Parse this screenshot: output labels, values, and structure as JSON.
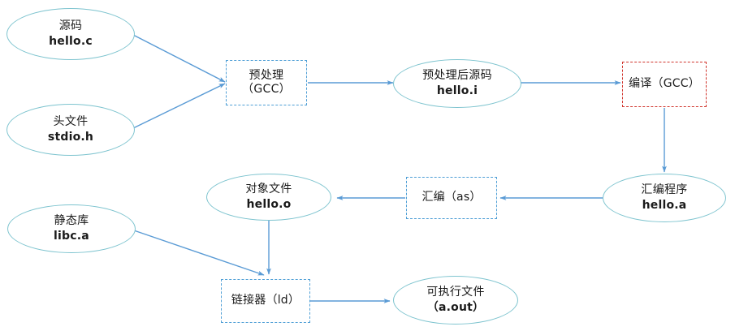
{
  "diagram": {
    "title": "C Compilation Pipeline Flowchart",
    "colors": {
      "ellipse_stroke": "#7ec4cf",
      "box_stroke_blue": "#4f9fd6",
      "box_stroke_red": "#d0342c",
      "arrow": "#5a9bd5",
      "text": "#1a1a1a",
      "background": "#ffffff"
    },
    "nodes": [
      {
        "id": "source-code",
        "shape": "ellipse",
        "line1": "源码",
        "line2": "hello.c"
      },
      {
        "id": "header-file",
        "shape": "ellipse",
        "line1": "头文件",
        "line2": "stdio.h"
      },
      {
        "id": "preprocess",
        "shape": "dashed-box-blue",
        "line1": "预处理",
        "line2": "（GCC）"
      },
      {
        "id": "preprocessed-source",
        "shape": "ellipse",
        "line1": "预处理后源码",
        "line2": "hello.i"
      },
      {
        "id": "compile",
        "shape": "dashed-box-red",
        "text": "编译（GCC）"
      },
      {
        "id": "assembly-program",
        "shape": "ellipse",
        "line1": "汇编程序",
        "line2": "hello.a"
      },
      {
        "id": "assemble",
        "shape": "dashed-box-blue",
        "text": "汇编（as）"
      },
      {
        "id": "object-file",
        "shape": "ellipse",
        "line1": "对象文件",
        "line2": "hello.o"
      },
      {
        "id": "static-library",
        "shape": "ellipse",
        "line1": "静态库",
        "line2": "libc.a"
      },
      {
        "id": "linker",
        "shape": "dashed-box-blue",
        "text": "链接器（ld）"
      },
      {
        "id": "executable",
        "shape": "ellipse",
        "line1": "可执行文件",
        "line2": "（a.out）"
      }
    ],
    "edges": [
      {
        "from": "source-code",
        "to": "preprocess"
      },
      {
        "from": "header-file",
        "to": "preprocess"
      },
      {
        "from": "preprocess",
        "to": "preprocessed-source"
      },
      {
        "from": "preprocessed-source",
        "to": "compile"
      },
      {
        "from": "compile",
        "to": "assembly-program"
      },
      {
        "from": "assembly-program",
        "to": "assemble"
      },
      {
        "from": "assemble",
        "to": "object-file"
      },
      {
        "from": "object-file",
        "to": "linker"
      },
      {
        "from": "static-library",
        "to": "linker"
      },
      {
        "from": "linker",
        "to": "executable"
      }
    ]
  }
}
